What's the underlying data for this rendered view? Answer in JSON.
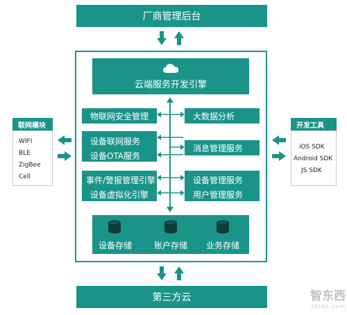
{
  "top_bar": {
    "label": "厂商管理后台"
  },
  "bottom_bar": {
    "label": "第三方云"
  },
  "engine": {
    "label": "云端服务开发引擎",
    "icon": "cloud-icon"
  },
  "left_panel": {
    "title": "联网模块",
    "items": [
      "WIFI",
      "BLE",
      "ZigBee",
      "Cell"
    ]
  },
  "right_panel": {
    "title": "开发工具",
    "items": [
      "iOS SDK",
      "Android SDK",
      "JS SDK"
    ]
  },
  "services_left": {
    "iot_security": "物联网安全管理",
    "device_network": "设备联网服务",
    "device_ota": "设备OTA服务",
    "event_alarm": "事件/警报管理引擎",
    "device_virtualization": "设备虚拟化引擎"
  },
  "services_right": {
    "big_data": "大数据分析",
    "message_mgmt": "消息管理服务",
    "device_mgmt": "设备管理服务",
    "user_mgmt": "用户管理服务"
  },
  "storage": {
    "device": "设备存储",
    "account": "账户存储",
    "business": "业务存储"
  },
  "watermark": {
    "text": "智东西",
    "sub": "zhidx.com"
  },
  "colors": {
    "primary": "#1a9489",
    "border": "#c9c9c9"
  }
}
